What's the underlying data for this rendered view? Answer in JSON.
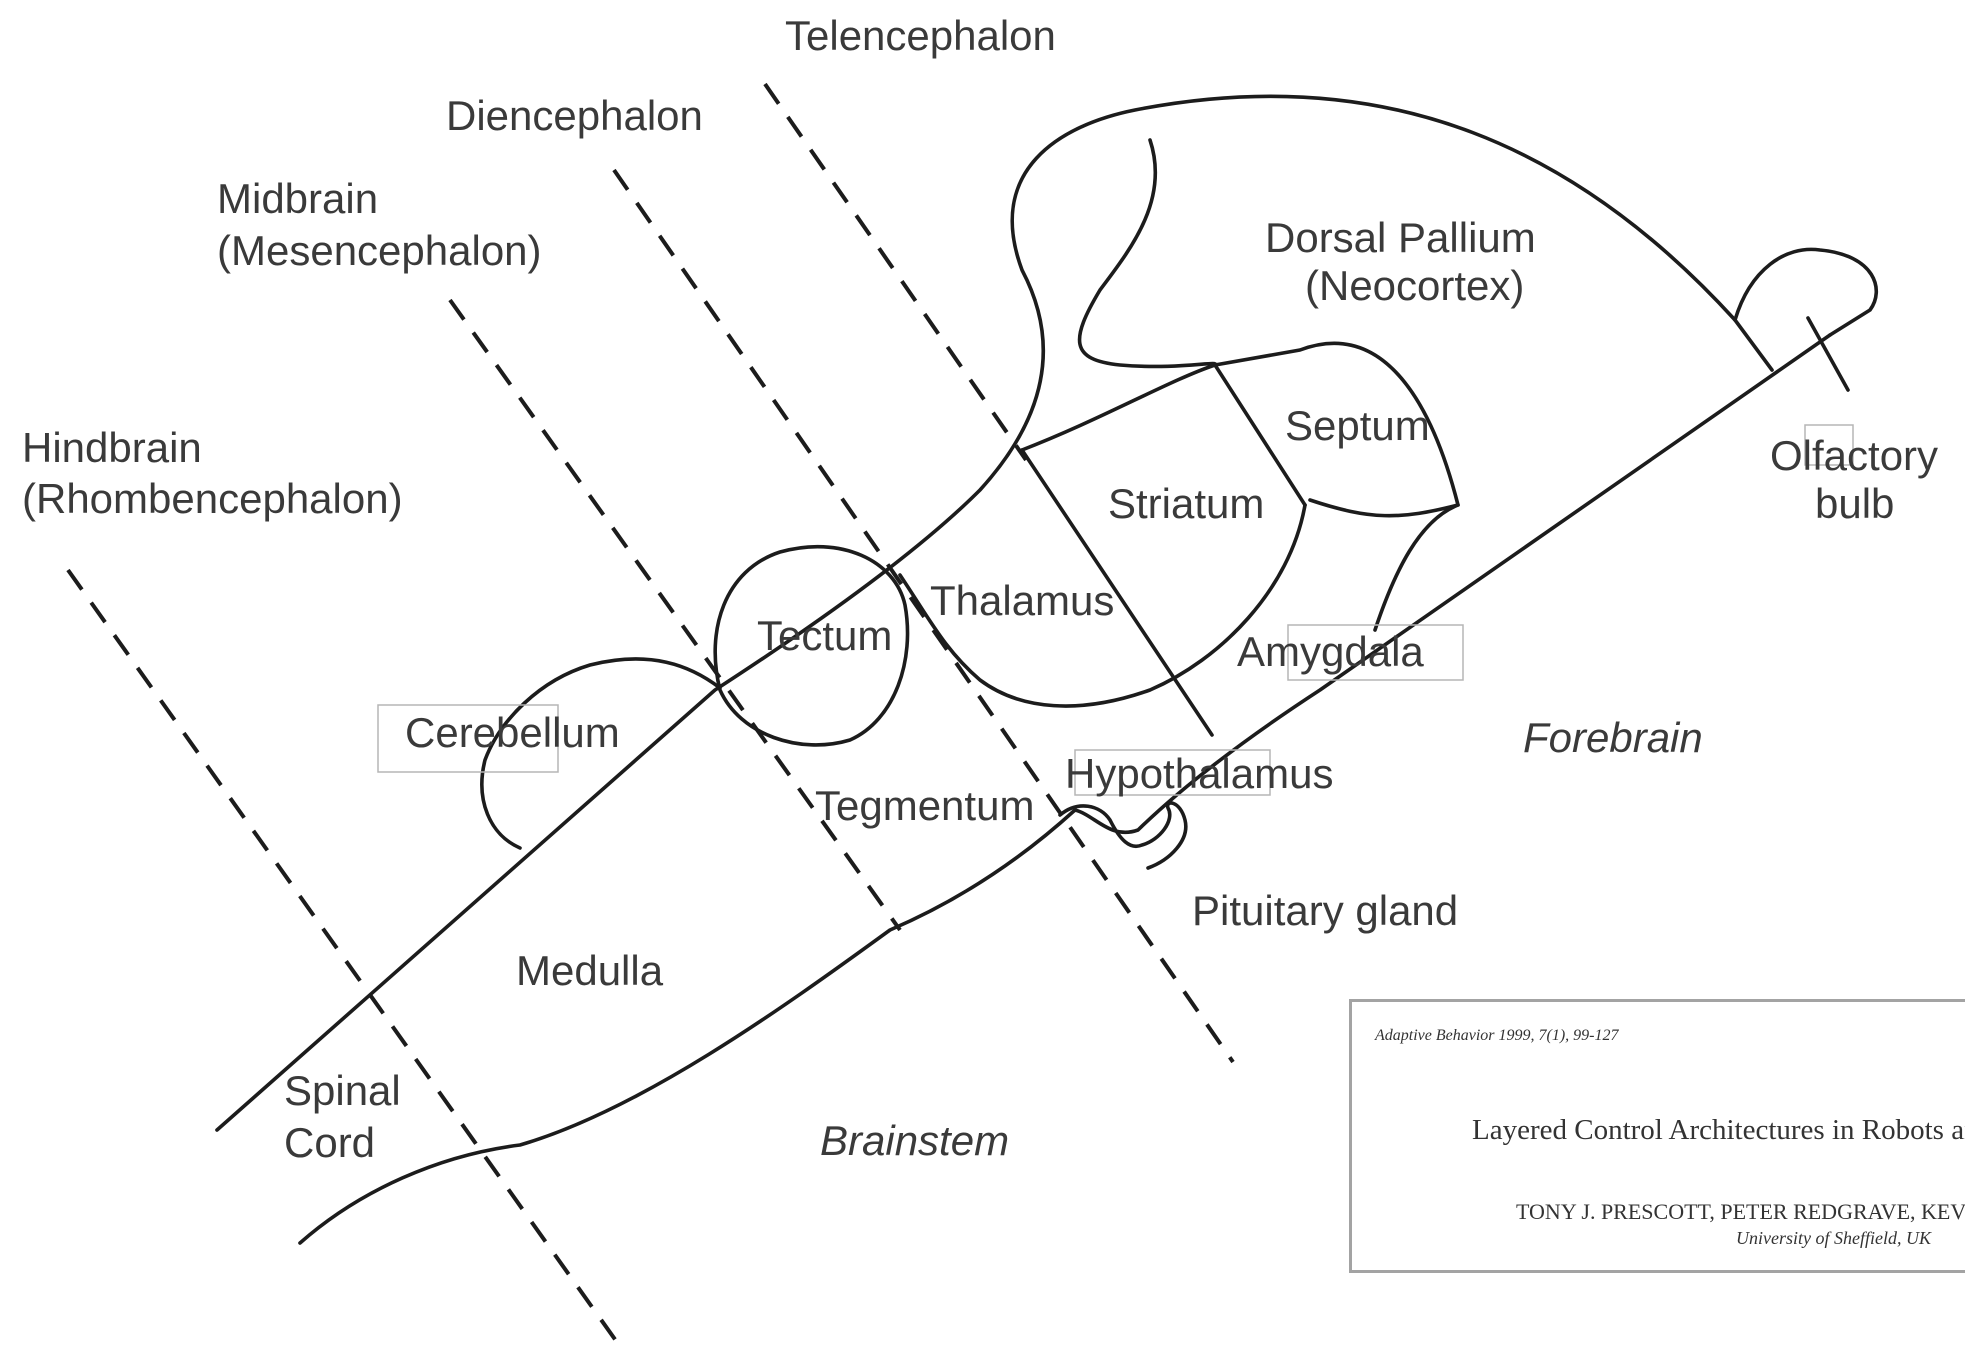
{
  "divisions": {
    "telencephalon": "Telencephalon",
    "diencephalon": "Diencephalon",
    "midbrain": "Midbrain",
    "midbrain_alt": "(Mesencephalon)",
    "hindbrain": "Hindbrain",
    "hindbrain_alt": "(Rhombencephalon)"
  },
  "regions": {
    "dorsal_pallium": "Dorsal Pallium",
    "neocortex": "(Neocortex)",
    "septum": "Septum",
    "striatum": "Striatum",
    "olfactory": "Olfactory",
    "bulb": "bulb",
    "thalamus": "Thalamus",
    "tectum": "Tectum",
    "amygdala": "Amygdala",
    "cerebellum": "Cerebellum",
    "hypothalamus": "Hypothalamus",
    "tegmentum": "Tegmentum",
    "pituitary": "Pituitary gland",
    "medulla": "Medulla",
    "spinal": "Spinal",
    "cord": "Cord"
  },
  "zones": {
    "forebrain": "Forebrain",
    "brainstem": "Brainstem"
  },
  "citation": {
    "journal": "Adaptive Behavior 1999, 7(1), 99-127",
    "title": "Layered Control Architectures in Robots and Vertebrates",
    "authors": "TONY J. PRESCOTT, PETER REDGRAVE, KEVIN GURNEY",
    "affiliation": "University of Sheffield, UK"
  }
}
